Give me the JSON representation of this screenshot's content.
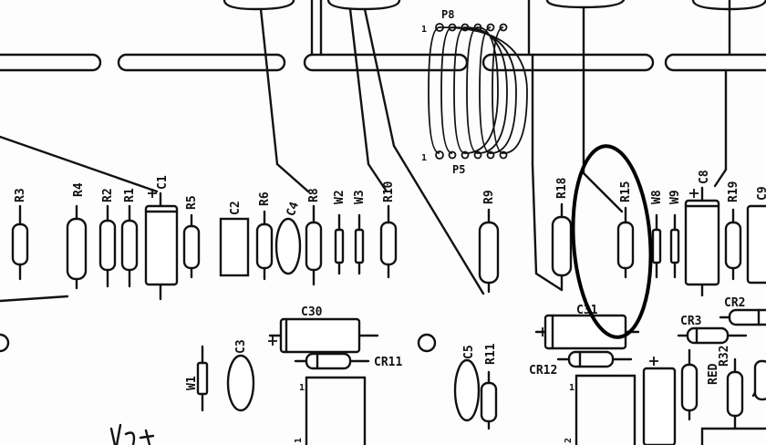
{
  "labels": {
    "R3": "R3",
    "R4": "R4",
    "R2": "R2",
    "R1": "R1",
    "C1": "C1",
    "R5": "R5",
    "C2": "C2",
    "R6": "R6",
    "C4": "C4",
    "R8": "R8",
    "W2": "W2",
    "W3": "W3",
    "R10": "R10",
    "R9": "R9",
    "R18": "R18",
    "R15": "R15",
    "W8": "W8",
    "W9": "W9",
    "C8": "C8",
    "R19": "R19",
    "C9": "C9",
    "P8": "P8",
    "P5": "P5",
    "pin1_top": "1",
    "pin1_bot": "1",
    "C30": "C30",
    "CR11": "CR11",
    "C31": "C31",
    "CR12": "CR12",
    "CR2": "CR2",
    "CR3": "CR3",
    "C3": "C3",
    "W1": "W1",
    "C5": "C5",
    "R11": "R11",
    "R32": "R32",
    "RED": "RED",
    "pin1_a": "1",
    "pin1_b": "1",
    "pin1_c": "1",
    "pin2": "2"
  },
  "highlight": {
    "component": "R15",
    "mark": "hand-drawn ellipse"
  },
  "colors": {
    "ink": "#111111",
    "paper": "#fdfdfd"
  }
}
